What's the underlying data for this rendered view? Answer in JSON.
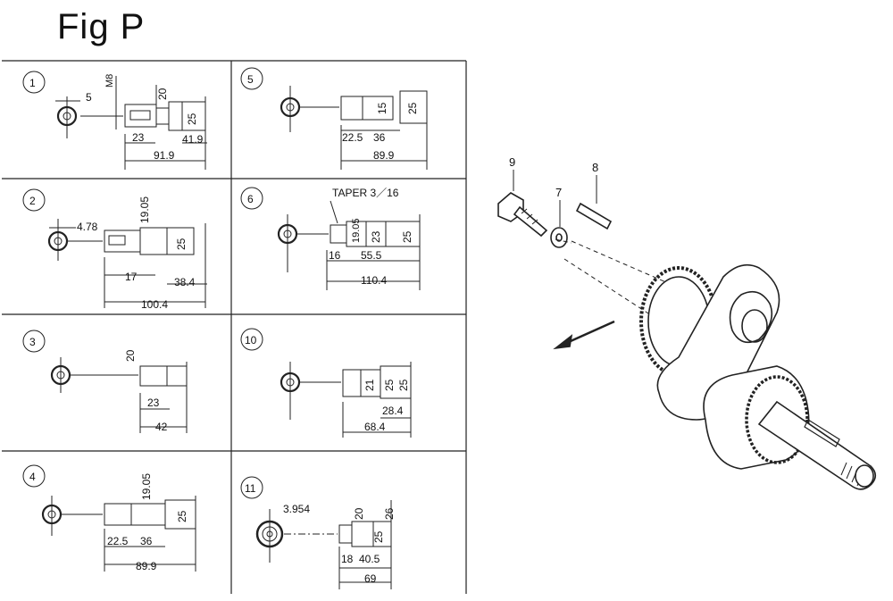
{
  "figure": {
    "title": "Fig P"
  },
  "variants": [
    {
      "id": "1",
      "labels": [
        "5",
        "M8",
        "20",
        "25",
        "23",
        "41.9",
        "91.9"
      ]
    },
    {
      "id": "2",
      "labels": [
        "4.78",
        "19.05",
        "25",
        "17",
        "38.4",
        "100.4"
      ]
    },
    {
      "id": "3",
      "labels": [
        "20",
        "23",
        "42"
      ]
    },
    {
      "id": "4",
      "labels": [
        "19.05",
        "25",
        "22.5",
        "36",
        "89.9"
      ]
    },
    {
      "id": "5",
      "labels": [
        "15",
        "25",
        "22.5",
        "36",
        "89.9"
      ]
    },
    {
      "id": "6",
      "labels": [
        "TAPER 3／16",
        "19.05",
        "23",
        "25",
        "16",
        "55.5",
        "110.4"
      ]
    },
    {
      "id": "10",
      "labels": [
        "21",
        "25",
        "25",
        "28.4",
        "68.4"
      ]
    },
    {
      "id": "11",
      "labels": [
        "3.954",
        "20",
        "26",
        "25",
        "18",
        "40.5",
        "69"
      ]
    }
  ],
  "callouts": [
    "9",
    "8",
    "7"
  ]
}
